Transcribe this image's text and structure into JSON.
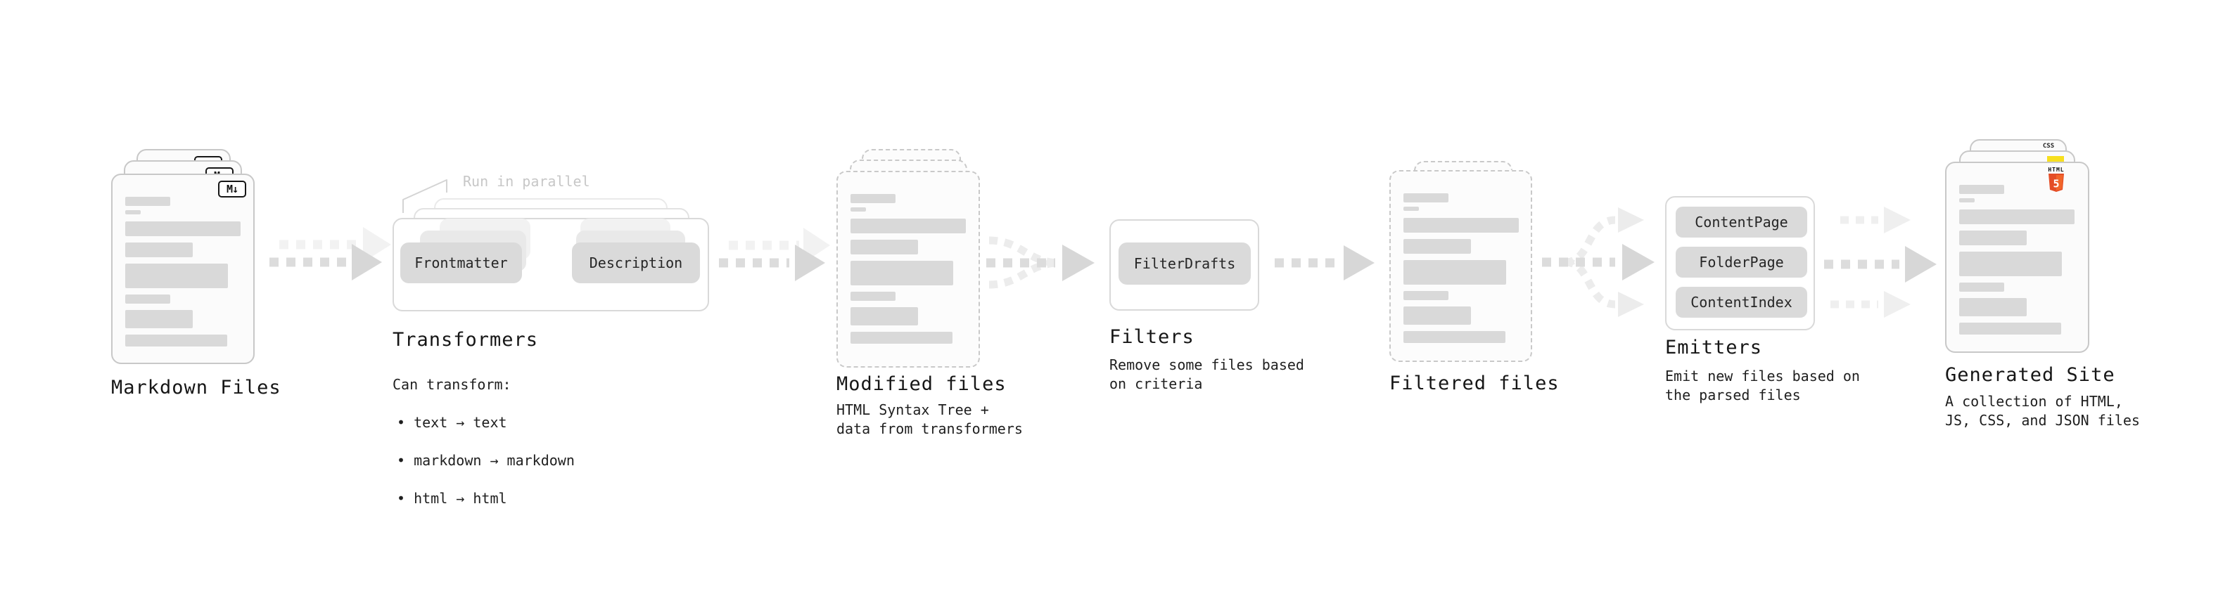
{
  "colors": {
    "page_bg": "#ffffff",
    "html5_orange": "#e44d26",
    "html5_orange_light": "#f16529",
    "js_yellow": "#f7df1e",
    "css_blue": "#2965f1",
    "placeholder_gray": "#d9d9d9",
    "arrow_gray": "#d7d7d7",
    "arrow_light_gray": "#ededed"
  },
  "stages": {
    "markdown_files": {
      "label": "Markdown Files",
      "badge_glyph": "M↓"
    },
    "transformers": {
      "heading": "Transformers",
      "note": "Run in parallel",
      "buttons": [
        "Frontmatter",
        "Description"
      ],
      "subtext_intro": "Can transform:",
      "bullets": [
        "text → text",
        "markdown → markdown",
        "html → html"
      ]
    },
    "modified_files": {
      "heading": "Modified files",
      "subtext": "HTML Syntax Tree +\ndata from transformers"
    },
    "filters": {
      "heading": "Filters",
      "buttons": [
        "FilterDrafts"
      ],
      "subtext": "Remove some files based\non criteria"
    },
    "filtered_files": {
      "label": "Filtered files"
    },
    "emitters": {
      "heading": "Emitters",
      "buttons": [
        "ContentPage",
        "FolderPage",
        "ContentIndex"
      ],
      "subtext": "Emit new files based on\nthe parsed files"
    },
    "generated_site": {
      "heading": "Generated Site",
      "subtext": "A collection of HTML,\nJS, CSS, and JSON files",
      "badges": {
        "html5_word": "HTML",
        "html5_number": "5",
        "css_word": "CSS"
      }
    }
  }
}
